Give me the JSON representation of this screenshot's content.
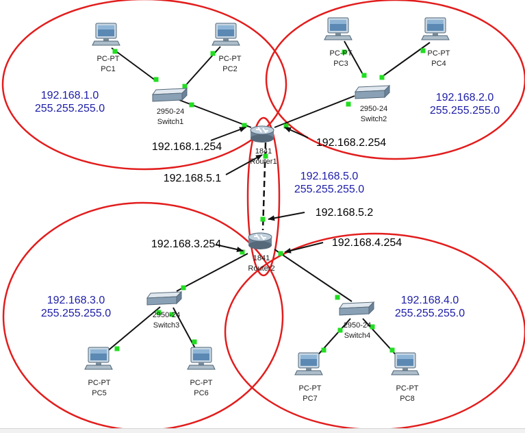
{
  "colors": {
    "ellipse": "#e21d1d",
    "link": "#111111",
    "port": "#22dd22",
    "network_text": "#1c1ca8",
    "annotation_text": "#000000"
  },
  "devices": {
    "pc1": {
      "icon": "pc-icon",
      "type_label": "PC-PT",
      "name": "PC1"
    },
    "pc2": {
      "icon": "pc-icon",
      "type_label": "PC-PT",
      "name": "PC2"
    },
    "pc3": {
      "icon": "pc-icon",
      "type_label": "PC-PT",
      "name": "PC3"
    },
    "pc4": {
      "icon": "pc-icon",
      "type_label": "PC-PT",
      "name": "PC4"
    },
    "pc5": {
      "icon": "pc-icon",
      "type_label": "PC-PT",
      "name": "PC5"
    },
    "pc6": {
      "icon": "pc-icon",
      "type_label": "PC-PT",
      "name": "PC6"
    },
    "pc7": {
      "icon": "pc-icon",
      "type_label": "PC-PT",
      "name": "PC7"
    },
    "pc8": {
      "icon": "pc-icon",
      "type_label": "PC-PT",
      "name": "PC8"
    },
    "switch1": {
      "icon": "switch-icon",
      "type_label": "2950-24",
      "name": "Switch1"
    },
    "switch2": {
      "icon": "switch-icon",
      "type_label": "2950-24",
      "name": "Switch2"
    },
    "switch3": {
      "icon": "switch-icon",
      "type_label": "2950-24",
      "name": "Switch3"
    },
    "switch4": {
      "icon": "switch-icon",
      "type_label": "2950-24",
      "name": "Switch4"
    },
    "router1": {
      "icon": "router-icon",
      "type_label": "1841",
      "name": "Router1"
    },
    "router2": {
      "icon": "router-icon",
      "type_label": "1841",
      "name": "Router2"
    }
  },
  "networks": {
    "net1": {
      "address": "192.168.1.0",
      "mask": "255.255.255.0"
    },
    "net2": {
      "address": "192.168.2.0",
      "mask": "255.255.255.0"
    },
    "net3": {
      "address": "192.168.3.0",
      "mask": "255.255.255.0"
    },
    "net4": {
      "address": "192.168.4.0",
      "mask": "255.255.255.0"
    },
    "net5": {
      "address": "192.168.5.0",
      "mask": "255.255.255.0"
    }
  },
  "interfaces": {
    "r1_lan1": "192.168.1.254",
    "r1_lan2": "192.168.2.254",
    "r1_wan": "192.168.5.1",
    "r2_wan": "192.168.5.2",
    "r2_lan3": "192.168.3.254",
    "r2_lan4": "192.168.4.254"
  }
}
